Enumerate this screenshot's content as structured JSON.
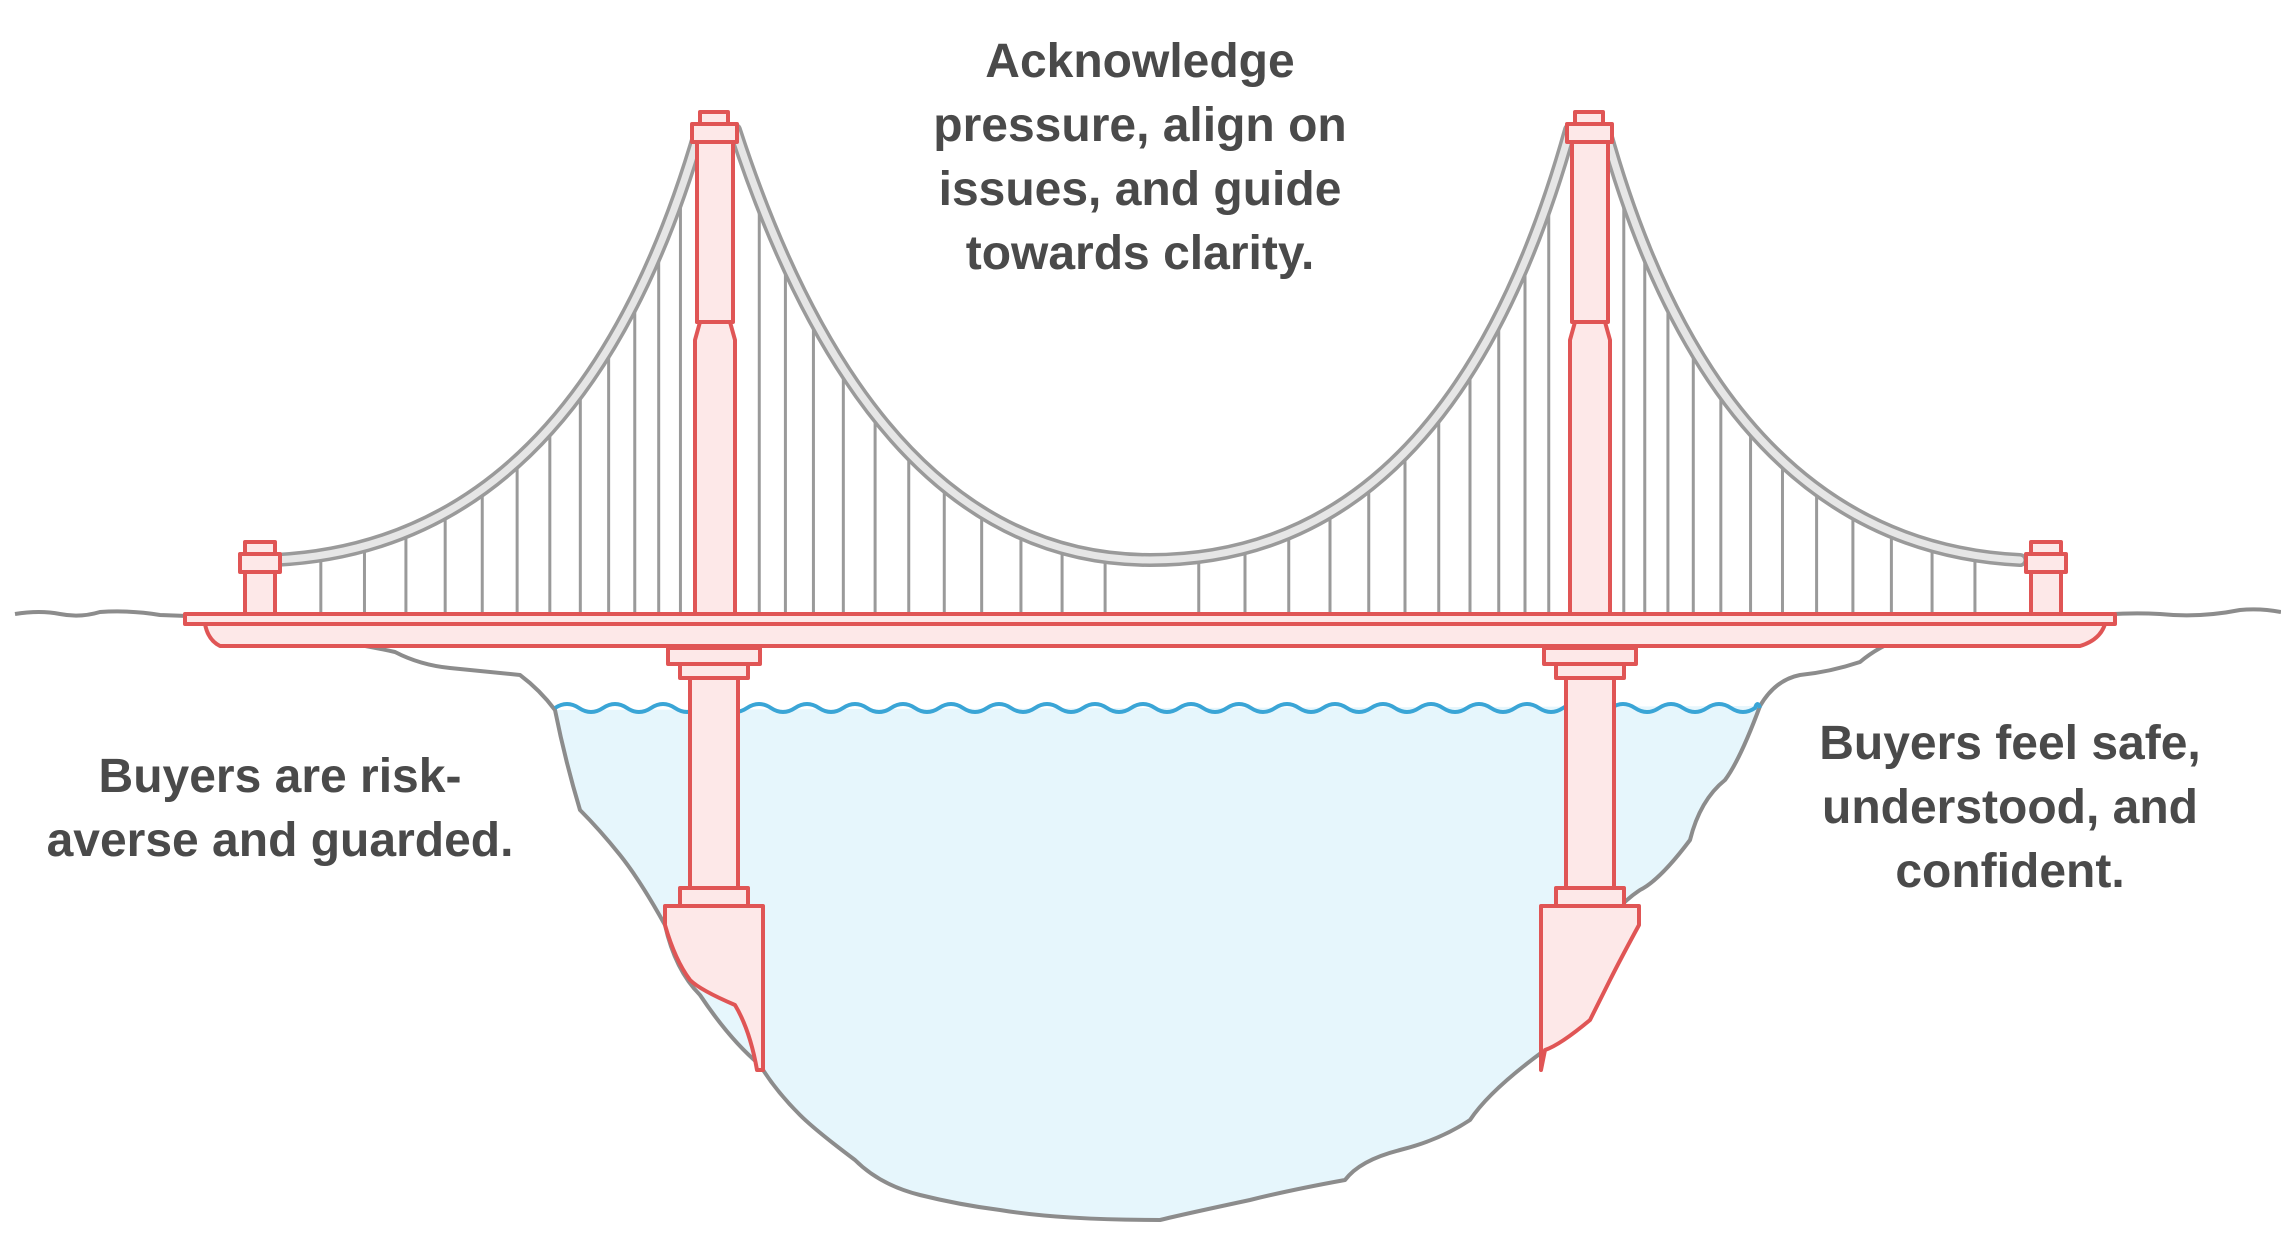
{
  "labels": {
    "top": {
      "lines": [
        "Acknowledge",
        "pressure, align on",
        "issues, and guide",
        "towards clarity."
      ]
    },
    "left": {
      "lines": [
        "Buyers are risk-",
        "averse and guarded."
      ]
    },
    "right": {
      "lines": [
        "Buyers feel safe,",
        "understood, and",
        "confident."
      ]
    }
  },
  "colors": {
    "text": "#4a4a4a",
    "structure_stroke": "#e05555",
    "structure_fill": "#fde8e8",
    "cable": "#9a9a9a",
    "cable_fill": "#e6e6e6",
    "ground": "#8c8c8c",
    "water_fill": "#e6f6fc",
    "water_line": "#3aa5d6"
  },
  "icons": [
    "suspension-bridge-illustration",
    "water-wave-line"
  ]
}
